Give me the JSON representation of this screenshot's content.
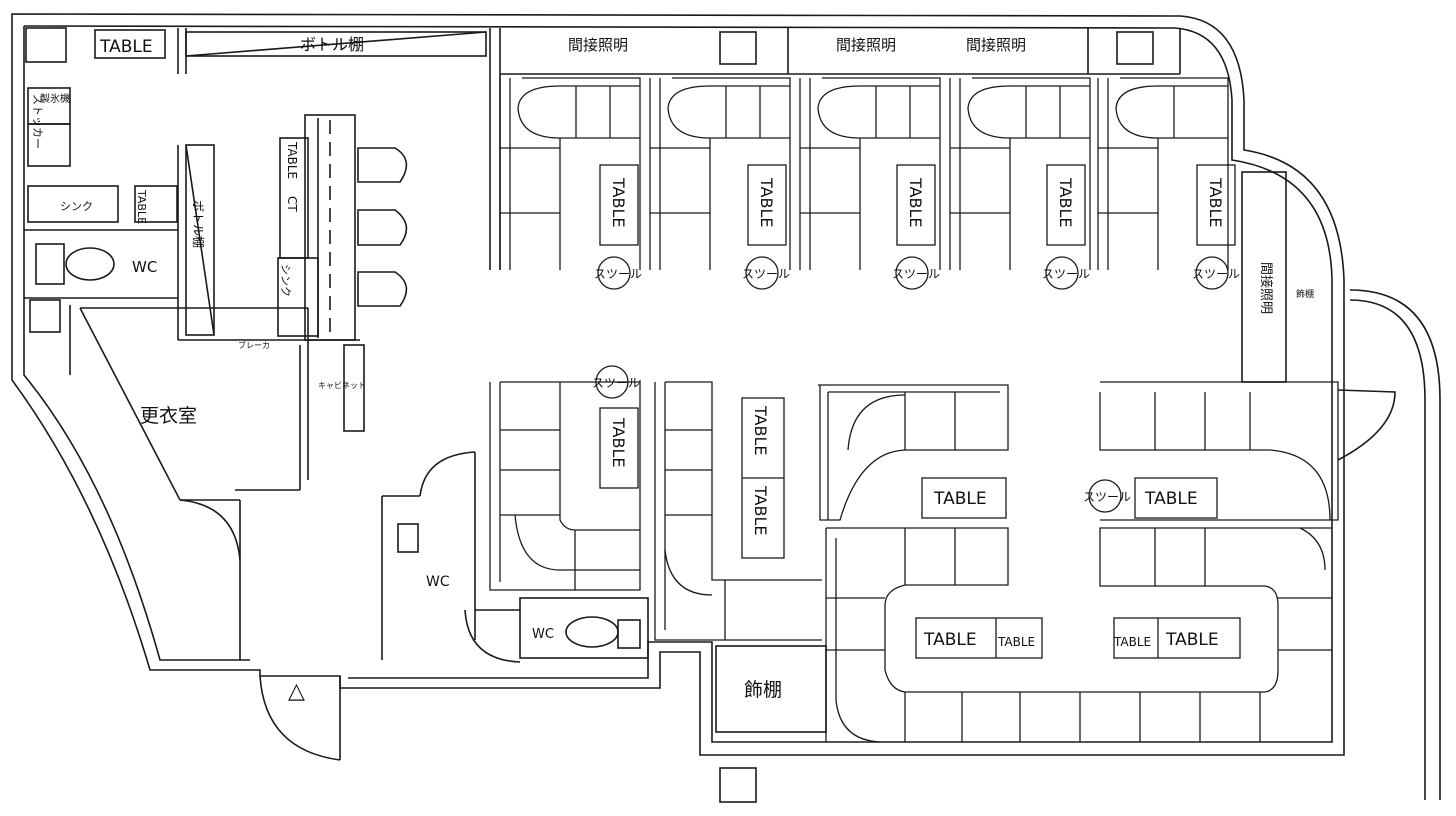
{
  "labels": {
    "table": "TABLE",
    "table_small": "TABLE",
    "stool": "スツール",
    "indirect_light": "間接照明",
    "bottle_shelf": "ボトル棚",
    "wc": "WC",
    "changing_room": "更衣室",
    "display_shelf": "飾棚",
    "display_shelf_small": "飾棚",
    "stocker": "ストッカー",
    "ice_maker": "製氷機",
    "sink": "シンク",
    "cabinet": "キャビネット",
    "breaker": "ブレーカ",
    "counter_ct": "CT",
    "entrance_mark": "△"
  },
  "colors": {
    "line": "#1a1a1a",
    "background": "#ffffff"
  }
}
